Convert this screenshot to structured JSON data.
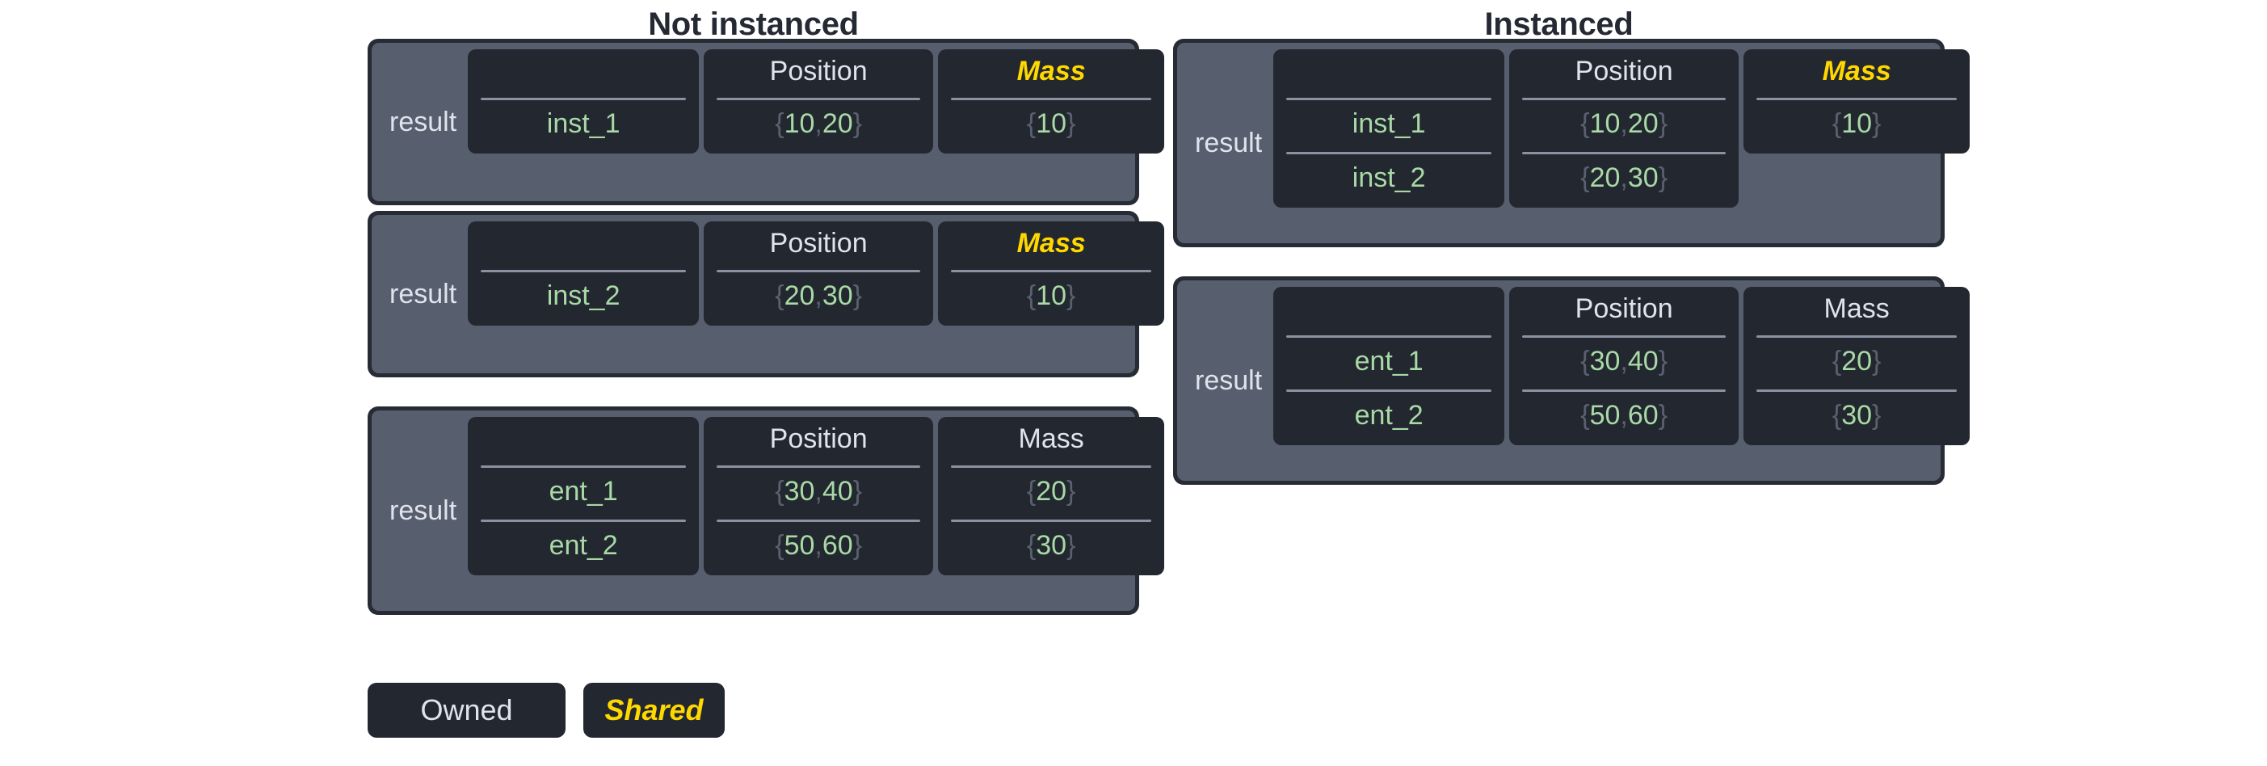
{
  "legend": {
    "owned_label": "Owned",
    "shared_label": "Shared",
    "owned_color": "#dfe3ec",
    "shared_color": "#ffd800"
  },
  "theme": {
    "page_background": "#ffffff",
    "table_border": "#262b34",
    "table_panel": "#575e6e",
    "component_card": "#23272f",
    "value_green": "#a8d9a6",
    "brace_grey": "#59616f",
    "rule_grey": "#8b91a0",
    "title_color": "#242933"
  },
  "columns": [
    {
      "id": "not-instanced",
      "title": "Not instanced",
      "tables": [
        {
          "id": "ni-inst1",
          "result_label": "result",
          "headers": [
            {
              "label": "",
              "shared": false
            },
            {
              "label": "Position",
              "shared": false
            },
            {
              "label": "Mass",
              "shared": true
            }
          ],
          "rows": [
            {
              "name": "inst_1",
              "position": "{10, 20}",
              "mass": "{10}"
            }
          ]
        },
        {
          "id": "ni-inst2",
          "result_label": "result",
          "headers": [
            {
              "label": "",
              "shared": false
            },
            {
              "label": "Position",
              "shared": false
            },
            {
              "label": "Mass",
              "shared": true
            }
          ],
          "rows": [
            {
              "name": "inst_2",
              "position": "{20, 30}",
              "mass": "{10}"
            }
          ]
        },
        {
          "id": "ni-ent",
          "result_label": "result",
          "headers": [
            {
              "label": "",
              "shared": false
            },
            {
              "label": "Position",
              "shared": false
            },
            {
              "label": "Mass",
              "shared": false
            }
          ],
          "rows": [
            {
              "name": "ent_1",
              "position": "{30, 40}",
              "mass": "{20}"
            },
            {
              "name": "ent_2",
              "position": "{50, 60}",
              "mass": "{30}"
            }
          ]
        }
      ]
    },
    {
      "id": "instanced",
      "title": "Instanced",
      "tables": [
        {
          "id": "i-inst",
          "result_label": "result",
          "headers": [
            {
              "label": "",
              "shared": false
            },
            {
              "label": "Position",
              "shared": false
            },
            {
              "label": "Mass",
              "shared": true
            }
          ],
          "rows": [
            {
              "name": "inst_1",
              "position": "{10, 20}",
              "mass": "{10}"
            },
            {
              "name": "inst_2",
              "position": "{20, 30}",
              "mass": null
            }
          ]
        },
        {
          "id": "i-ent",
          "result_label": "result",
          "headers": [
            {
              "label": "",
              "shared": false
            },
            {
              "label": "Position",
              "shared": false
            },
            {
              "label": "Mass",
              "shared": false
            }
          ],
          "rows": [
            {
              "name": "ent_1",
              "position": "{30, 40}",
              "mass": "{20}"
            },
            {
              "name": "ent_2",
              "position": "{50, 60}",
              "mass": "{30}"
            }
          ]
        }
      ]
    }
  ]
}
